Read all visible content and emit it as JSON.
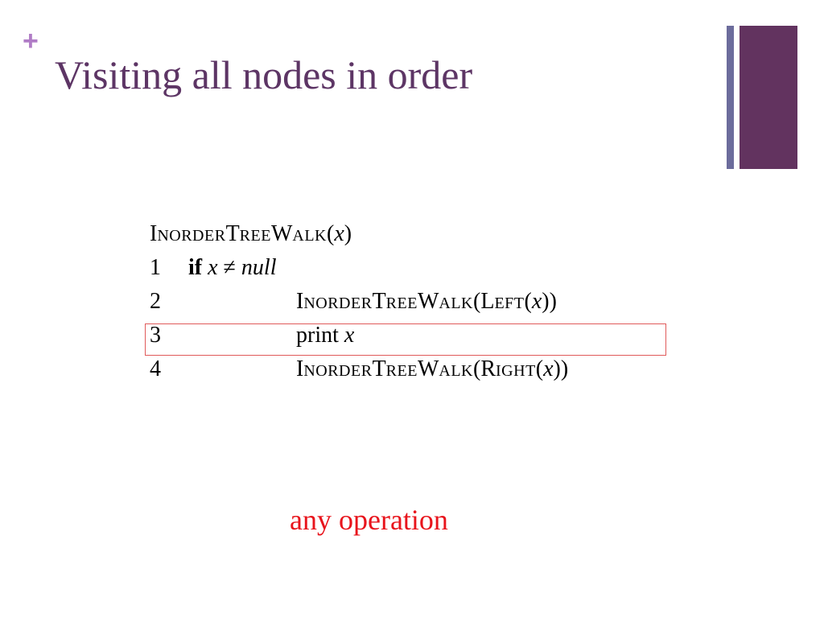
{
  "slide": {
    "bullet": "+",
    "title": "Visiting all nodes in order",
    "note": "any operation"
  },
  "pseudocode": {
    "header": {
      "name_parts": [
        {
          "big": "I",
          "small": "NORDER"
        },
        {
          "big": "T",
          "small": "REE"
        },
        {
          "big": "W",
          "small": "ALK"
        }
      ],
      "param_open": "(",
      "param": "x",
      "param_close": ")"
    },
    "lines": [
      {
        "number": "1",
        "keyword": "if",
        "condition_var": "x",
        "operator": "≠",
        "condition_value": "null"
      },
      {
        "number": "2",
        "call": "INORDERTREEWALK",
        "arg_func": "LEFT",
        "arg_var": "x"
      },
      {
        "number": "3",
        "statement": "print",
        "var": "x",
        "highlighted": true
      },
      {
        "number": "4",
        "call": "INORDERTREEWALK",
        "arg_func": "RIGHT",
        "arg_var": "x"
      }
    ],
    "labels": {
      "inorder_I": "I",
      "inorder_rest": "NORDER",
      "tree_T": "T",
      "tree_rest": "REE",
      "walk_W": "W",
      "walk_rest": "ALK",
      "left_L": "L",
      "left_rest": "EFT",
      "right_R": "R",
      "right_rest": "IGHT"
    }
  },
  "colors": {
    "title": "#5d3565",
    "bullet": "#b07cc6",
    "deco_thin": "#6c6c9c",
    "deco_block": "#62335f",
    "highlight_border": "#e05a5a",
    "note": "#e8141c"
  }
}
